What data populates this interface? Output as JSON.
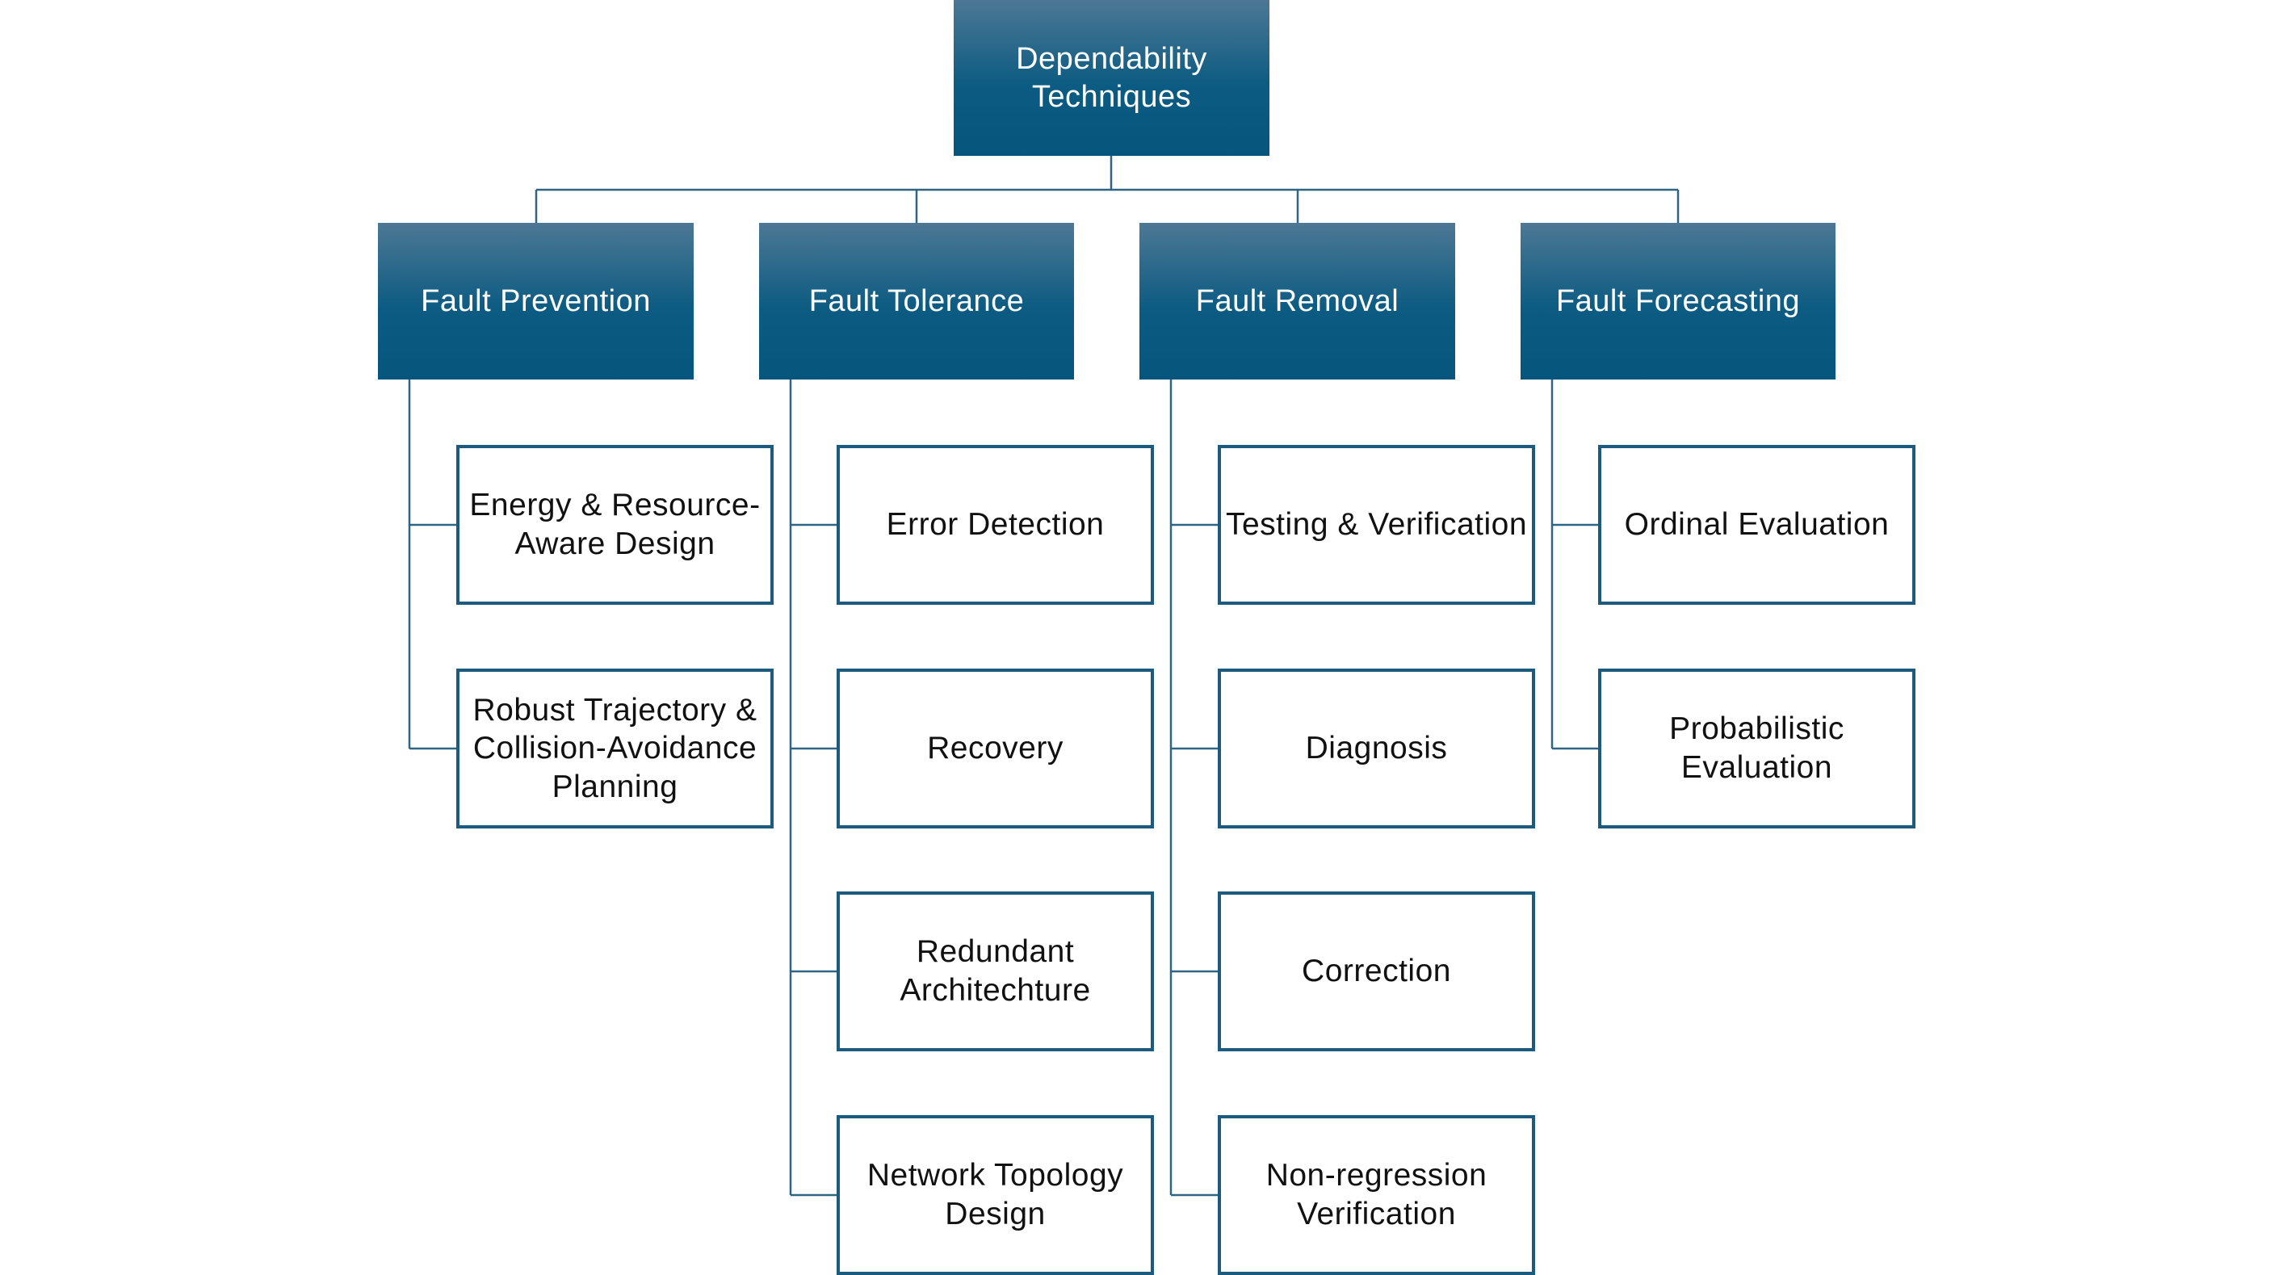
{
  "root": {
    "label": "Dependability\nTechniques"
  },
  "categories": [
    {
      "label": "Fault Prevention",
      "children": [
        "Energy & Resource-\nAware Design",
        "Robust Trajectory &\nCollision-Avoidance\nPlanning"
      ]
    },
    {
      "label": "Fault Tolerance",
      "children": [
        "Error Detection",
        "Recovery",
        "Redundant\nArchitechture",
        "Network Topology\nDesign"
      ]
    },
    {
      "label": "Fault Removal",
      "children": [
        "Testing & Verification",
        "Diagnosis",
        "Correction",
        "Non-regression\nVerification"
      ]
    },
    {
      "label": "Fault Forecasting",
      "children": [
        "Ordinal Evaluation",
        "Probabilistic\nEvaluation"
      ]
    }
  ],
  "colors": {
    "header_top": "#4d7895",
    "header_bottom": "#05557d",
    "box_border": "#1d5b7e",
    "connector": "#2f6584"
  }
}
